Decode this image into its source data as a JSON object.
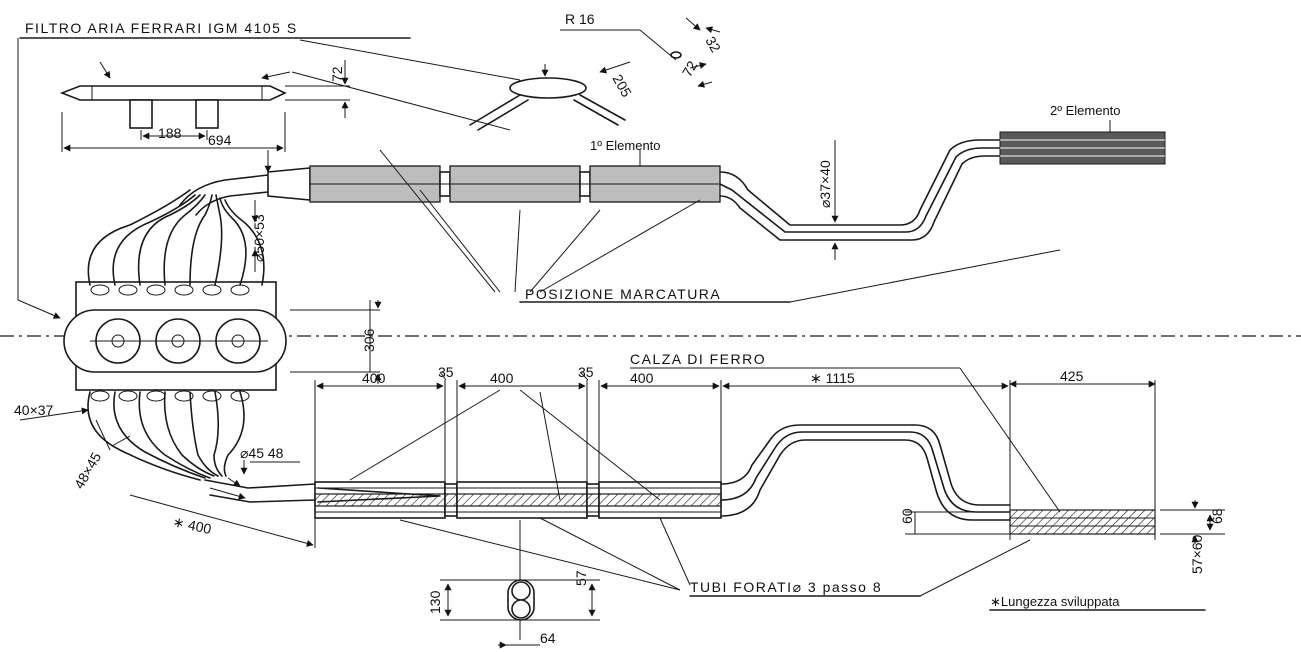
{
  "labels": {
    "title": "FILTRO ARIA FERRARI IGM 4105 S",
    "r16": "R 16",
    "elem1": "1º Elemento",
    "elem2": "2º Elemento",
    "posizione": "POSIZIONE MARCATURA",
    "calza": "CALZA DI FERRO",
    "tubi": "TUBI FORATI⌀ 3 passo 8",
    "lunghezza": "∗Lungezza sviluppata"
  },
  "dimensions": {
    "d32": "32",
    "d72a": "72",
    "d205": "205",
    "d72b": "72",
    "d188": "188",
    "d694": "694",
    "d3740": "⌀37×40",
    "d5053": "⌀50×53",
    "d306": "306",
    "d400a": "400",
    "d35a": "35",
    "d400b": "400",
    "d35b": "35",
    "d400c": "400",
    "d1115": "∗ 1115",
    "d425": "425",
    "d4037": "40×37",
    "d4548": "⌀45 48",
    "d4845": "48×45",
    "d400d": "∗ 400",
    "d60": "60",
    "d68": "68",
    "d5760": "57×60",
    "d130": "130",
    "d57": "57",
    "d64": "64"
  }
}
